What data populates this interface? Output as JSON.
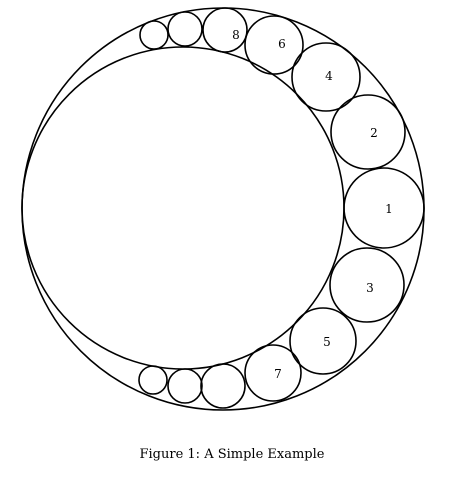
{
  "figure": {
    "caption": "Figure 1:  A Simple Example",
    "circle_labels": [
      "8",
      "6",
      "4",
      "2",
      "1",
      "3",
      "5",
      "7"
    ],
    "stroke_color": "#000000"
  }
}
